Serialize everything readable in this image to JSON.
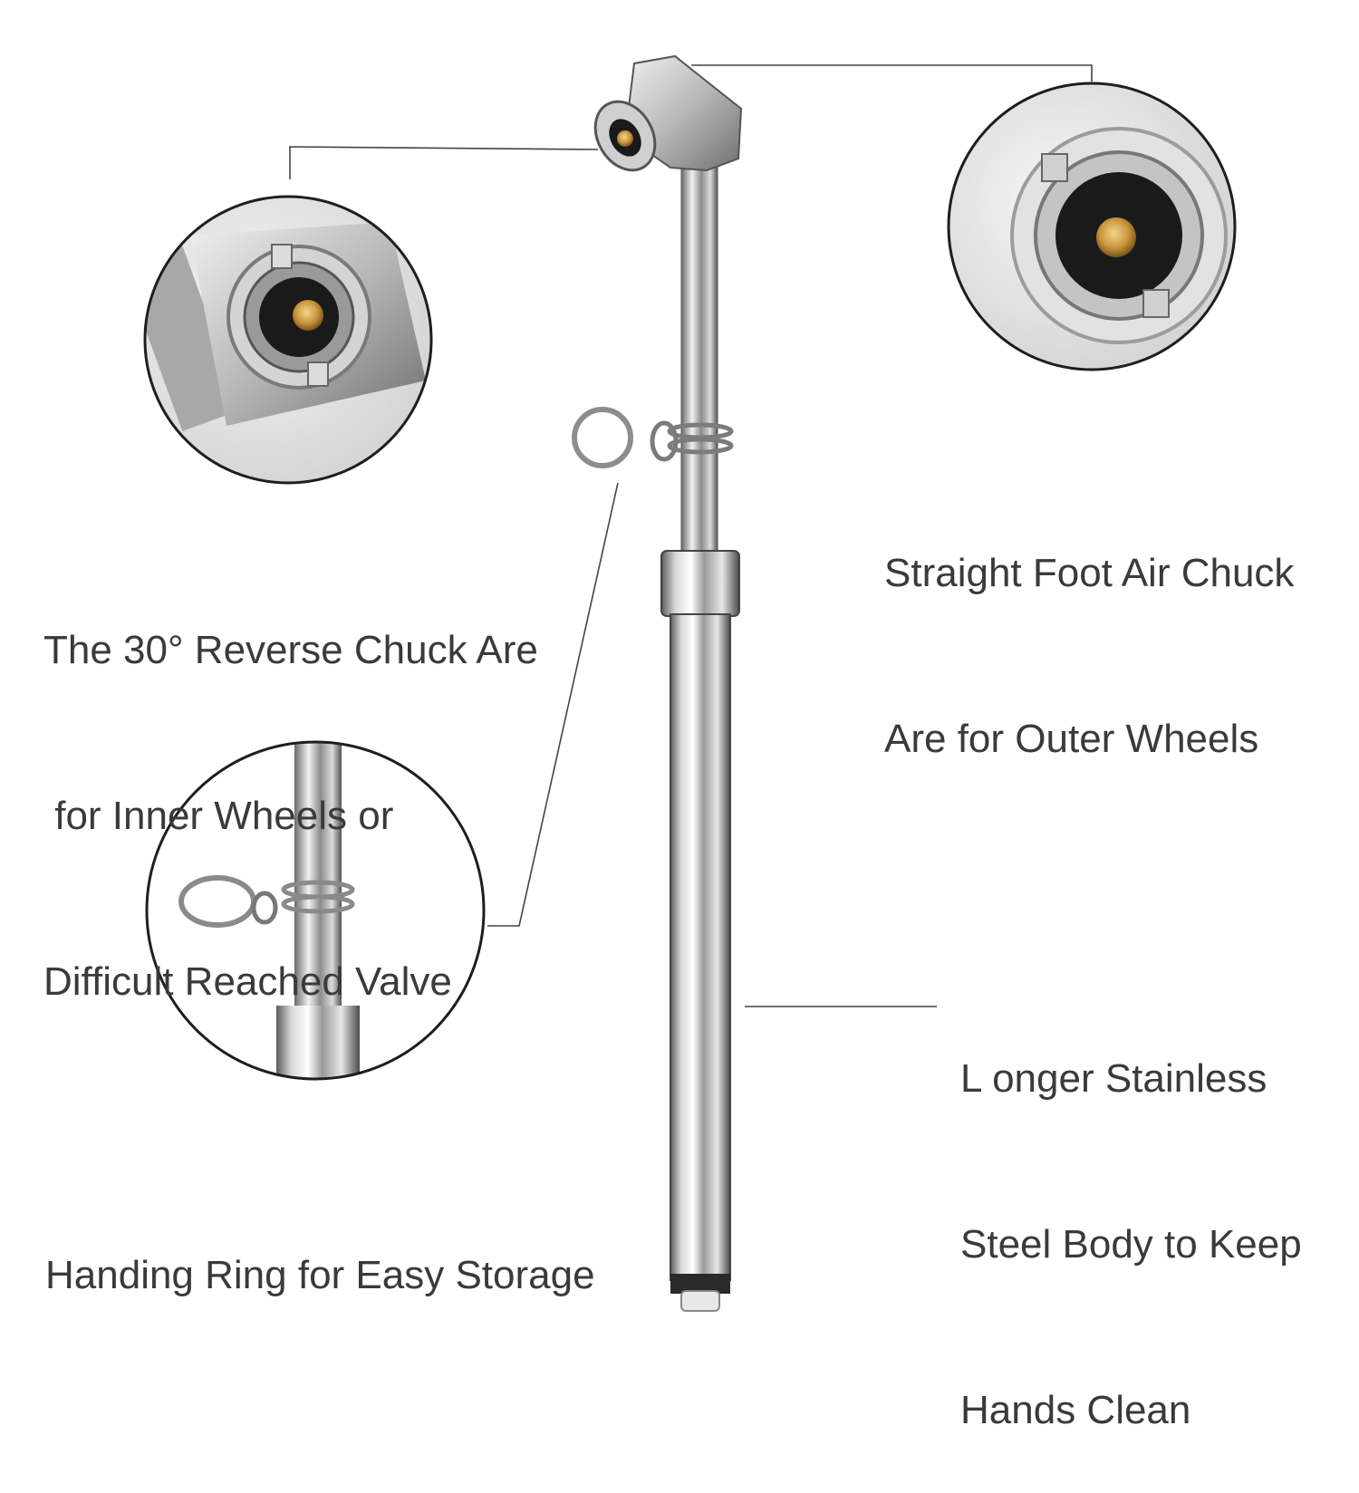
{
  "captions": {
    "reverse_chuck": [
      "The 30° Reverse Chuck Are",
      " for Inner Wheels or",
      "Difficult Reached Valve"
    ],
    "straight_chuck": [
      "Straight Foot Air Chuck",
      "Are for Outer Wheels"
    ],
    "hanging_ring": [
      "Handing Ring for Easy Storage"
    ],
    "steel_body": [
      "L onger Stainless",
      "Steel Body to Keep",
      "Hands Clean"
    ]
  },
  "colors": {
    "text": "#3a3a3a",
    "leader_lines": "#444444",
    "circle_border": "#1e1e1e",
    "chrome_light": "#f4f4f4",
    "chrome_dark": "#6e6e6e",
    "brass": "#d2a24c"
  },
  "product": {
    "name": "tire-pressure-gauge",
    "detail_views": [
      "reverse-chuck-closeup",
      "straight-chuck-closeup",
      "hanging-ring-closeup"
    ]
  }
}
